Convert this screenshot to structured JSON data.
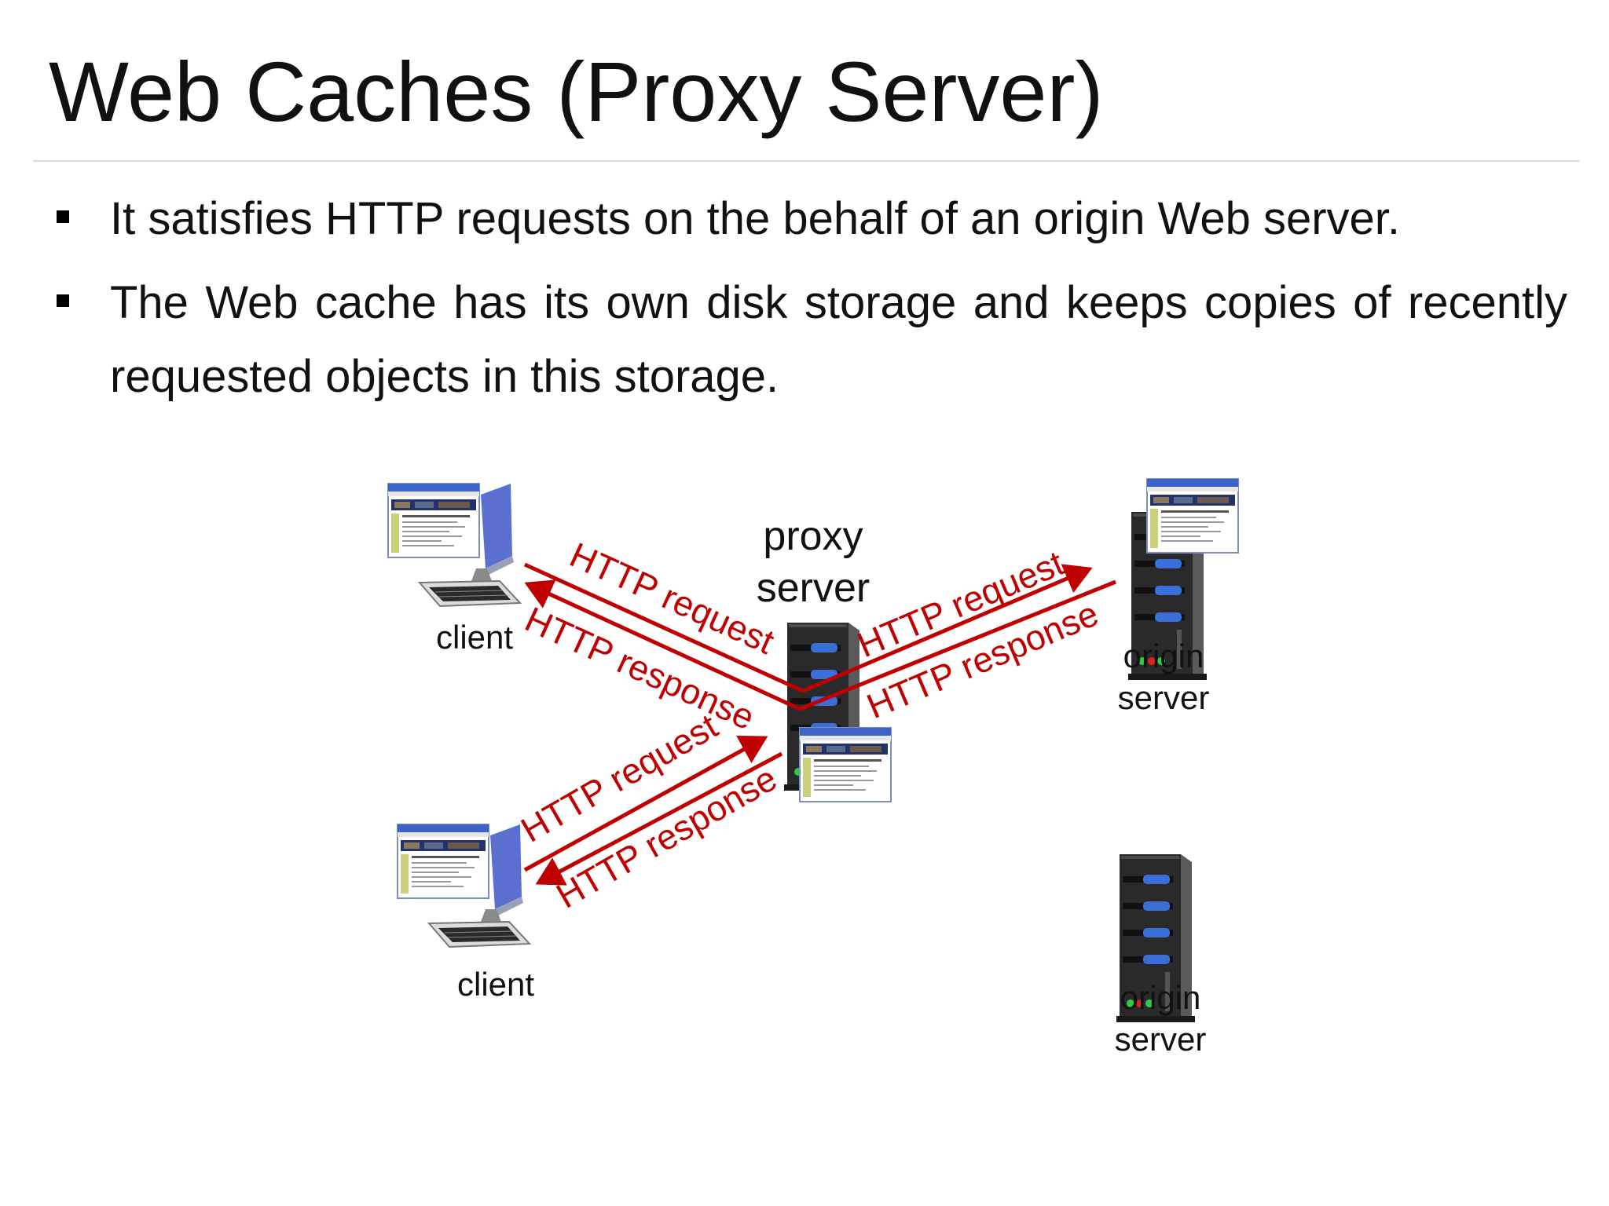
{
  "slide": {
    "title": "Web Caches (Proxy Server)",
    "bullets": [
      "It satisfies HTTP requests on the behalf of an origin Web server.",
      "The Web cache has its own disk storage and keeps copies of recently requested objects in this storage."
    ]
  },
  "diagram": {
    "proxy_label_line1": "proxy",
    "proxy_label_line2": "server",
    "client_top_label": "client",
    "client_bottom_label": "client",
    "origin_top_line1": "origin",
    "origin_top_line2": "server",
    "origin_bottom_line1": "origin",
    "origin_bottom_line2": "server",
    "arrows": {
      "client1_request": "HTTP request",
      "client1_response": "HTTP response",
      "origin_request": "HTTP request",
      "origin_response": "HTTP response",
      "client2_request": "HTTP request",
      "client2_response": "HTTP response"
    },
    "colors": {
      "arrow": "#c00000",
      "server_body": "#2b2b2b",
      "server_slot": "#3a6fd8"
    },
    "icons": [
      "desktop-computer-icon",
      "server-tower-icon",
      "browser-window-icon"
    ]
  }
}
